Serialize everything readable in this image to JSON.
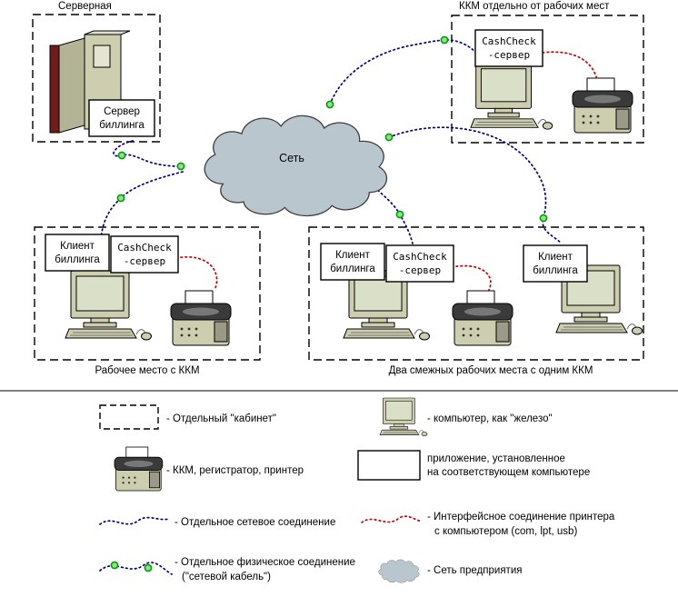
{
  "colors": {
    "net": "#00008b",
    "iface": "#cc0000",
    "cloud": "#bac6cd",
    "machine": "#cdcdaf",
    "node": "#00a000",
    "nodefill": "#8fe08f"
  },
  "cloud": {
    "label": "Сеть"
  },
  "cabinets": {
    "server_room": {
      "title": "Серверная"
    },
    "kkm_separate": {
      "title": "ККМ отдельно от рабочих мест"
    },
    "workplace": {
      "caption": "Рабочее место с ККМ"
    },
    "two_workplaces": {
      "caption": "Два смежных рабочих места с одним ККМ"
    }
  },
  "apps": {
    "billing_server": {
      "line1": "Сервер",
      "line2": "биллинга"
    },
    "cashcheck": {
      "line1": "CashCheck",
      "line2": "-сервер"
    },
    "billing_client": {
      "line1": "Клиент",
      "line2": "биллинга"
    }
  },
  "legend": {
    "cabinet": "- Отдельный \"кабинет\"",
    "computer": "- компьютер, как \"железо\"",
    "printer": "- ККМ, регистратор, принтер",
    "app_line1": "приложение, установленное",
    "app_line2": "на соответствующем компьютере",
    "net": "- Отдельное сетевое соединение",
    "iface_line1": "- Интерфейсное соединение принтера",
    "iface_line2": "с компьютером (com, lpt, usb)",
    "phys_line1": "- Отдельное физическое соединение",
    "phys_line2": "(\"сетевой кабель\")",
    "cloud": "- Сеть предприятия"
  }
}
